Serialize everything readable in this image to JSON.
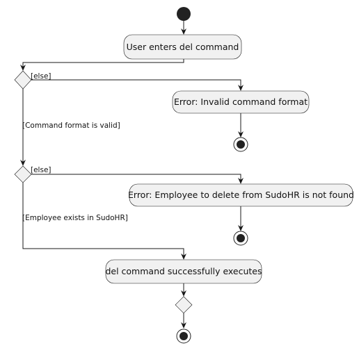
{
  "diagram": {
    "actions": {
      "enter_command": "User enters del command",
      "invalid_format": "Error: Invalid command format",
      "employee_not_found": "Error: Employee to delete from SudoHR is not found",
      "success": "del command successfully executes"
    },
    "guards": {
      "else_1": "[else]",
      "format_valid": "[Command format is valid]",
      "else_2": "[else]",
      "employee_exists": "[Employee exists in SudoHR]"
    }
  }
}
